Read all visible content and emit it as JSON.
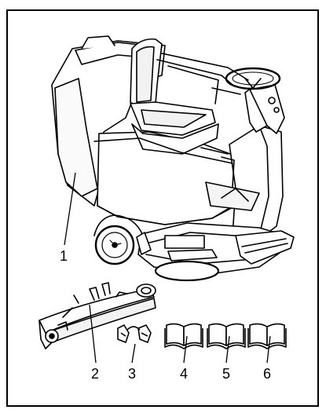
{
  "callouts": {
    "machine": "1",
    "squeegee": "2",
    "clip": "3",
    "book_a": "4",
    "book_b": "5",
    "book_c": "6"
  },
  "colors": {
    "line": "#000000",
    "body_fill": "#ffffff",
    "shadow_fill": "#e8e8e8"
  }
}
